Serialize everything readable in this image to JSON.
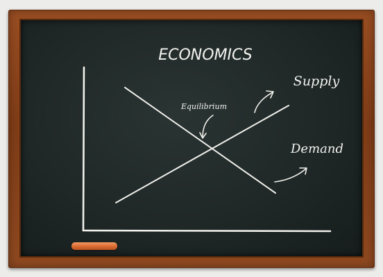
{
  "board": {
    "title": "ECONOMICS",
    "labels": {
      "supply": "Supply",
      "demand": "Demand",
      "equilibrium": "Equilibrium"
    }
  },
  "colors": {
    "frame": "#8a451d",
    "board": "#222b2a",
    "chalk": "#f3f3ef",
    "chalk_stick": "#e07a3f"
  }
}
